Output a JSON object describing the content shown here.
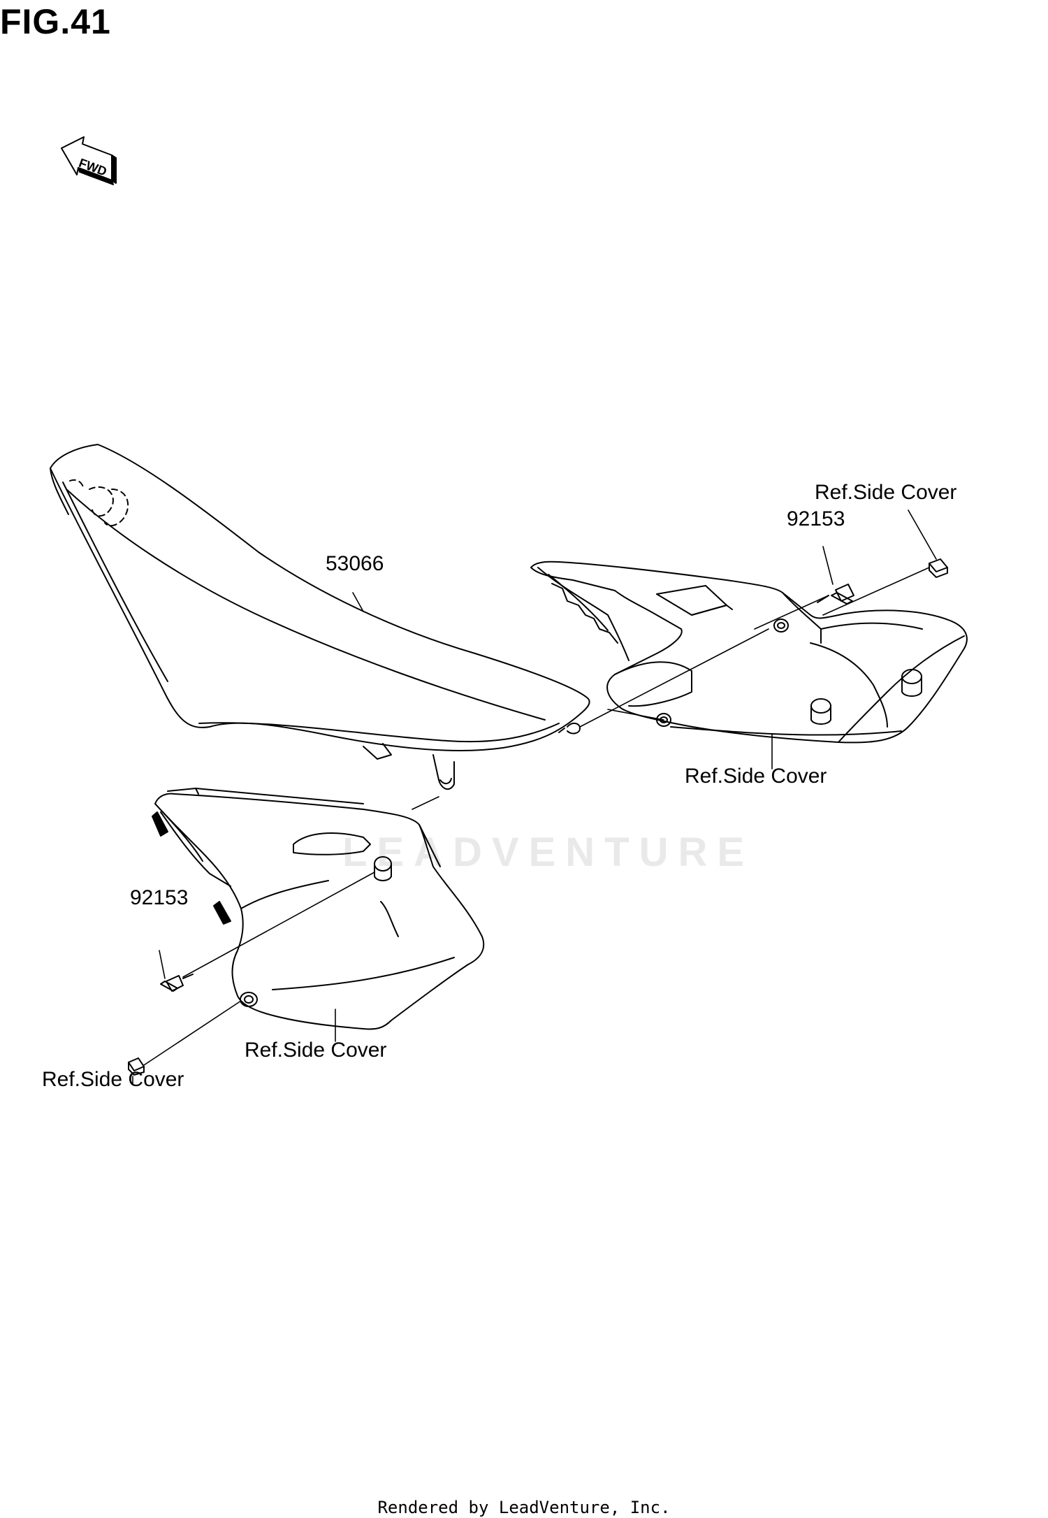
{
  "figure": {
    "title": "FIG.41"
  },
  "fwd_badge": {
    "label": "FWD"
  },
  "callouts": {
    "seat": "53066",
    "bolt_right": "92153",
    "ref_right_top": "Ref.Side Cover",
    "ref_right_bottom": "Ref.Side Cover",
    "bolt_left": "92153",
    "ref_left_cover": "Ref.Side Cover",
    "ref_left_bottom": "Ref.Side Cover"
  },
  "watermark": {
    "text": "LEADVENTURE"
  },
  "footer": {
    "text": "Rendered by LeadVenture, Inc."
  },
  "colors": {
    "line": "#000000",
    "background": "#ffffff",
    "watermark": "#e9e9e9"
  }
}
